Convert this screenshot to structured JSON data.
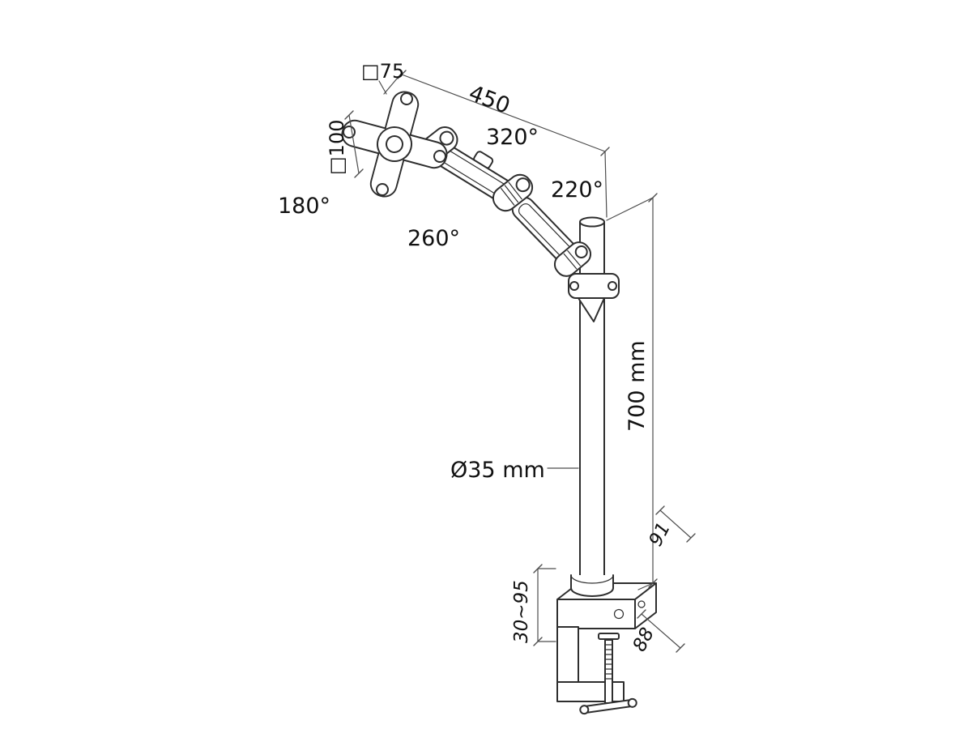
{
  "page": {
    "background": "#ffffff",
    "line_color": "#2e2e2e",
    "dim_color": "#4d4d4d",
    "text_color": "#111111"
  },
  "drawing": {
    "dimensions": {
      "vesa_width": "□75",
      "vesa_height": "□100",
      "arm_reach": "450",
      "rotation_top_joint": "320°",
      "rotation_mid_joint": "220°",
      "rotation_vesa": "180°",
      "rotation_lower_joint": "260°",
      "pole_height": "700 mm",
      "pole_diameter": "Ø35 mm",
      "clamp_range": "30~95",
      "clamp_depth": "91",
      "clamp_width": "88"
    }
  }
}
